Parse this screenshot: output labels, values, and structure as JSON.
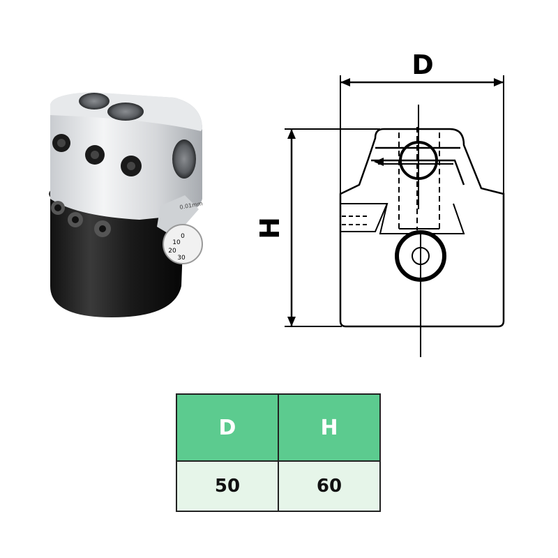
{
  "photo": {
    "dial_marks": [
      "0",
      "10",
      "20",
      "30"
    ],
    "scale_text": "0.01mm"
  },
  "drawing": {
    "dimension_d_label": "D",
    "dimension_h_label": "H"
  },
  "table": {
    "headers": [
      "D",
      "H"
    ],
    "values": [
      "50",
      "60"
    ],
    "colors": {
      "header_bg": "#5ccb8f",
      "header_text": "#ffffff",
      "value_bg": "#e6f5e9",
      "border": "#222222"
    }
  }
}
